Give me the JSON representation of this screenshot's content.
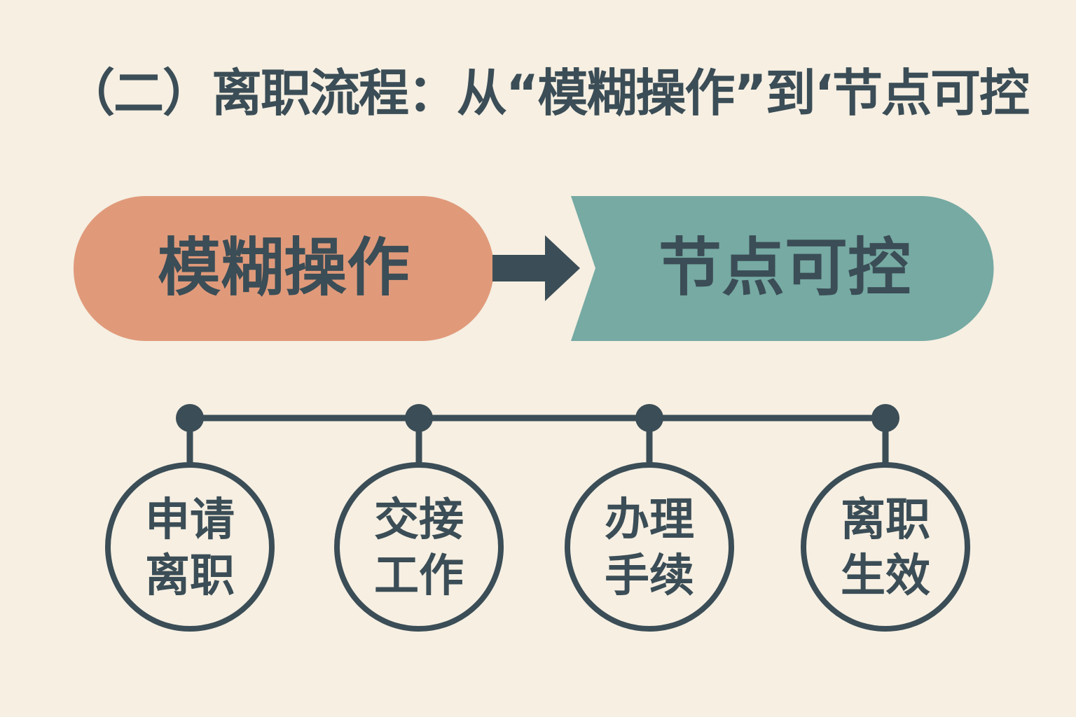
{
  "title": "（二）离职流程：从“模糊操作”到‘节点可控",
  "from_box": {
    "label": "模糊操作",
    "color": "#e09a7a"
  },
  "to_box": {
    "label": "节点可控",
    "color": "#76aaa3"
  },
  "ink_color": "#3b4d56",
  "steps": [
    {
      "line1": "申请",
      "line2": "离职"
    },
    {
      "line1": "交接",
      "line2": "工作"
    },
    {
      "line1": "办理",
      "line2": "手续"
    },
    {
      "line1": "离职",
      "line2": "生效"
    }
  ]
}
